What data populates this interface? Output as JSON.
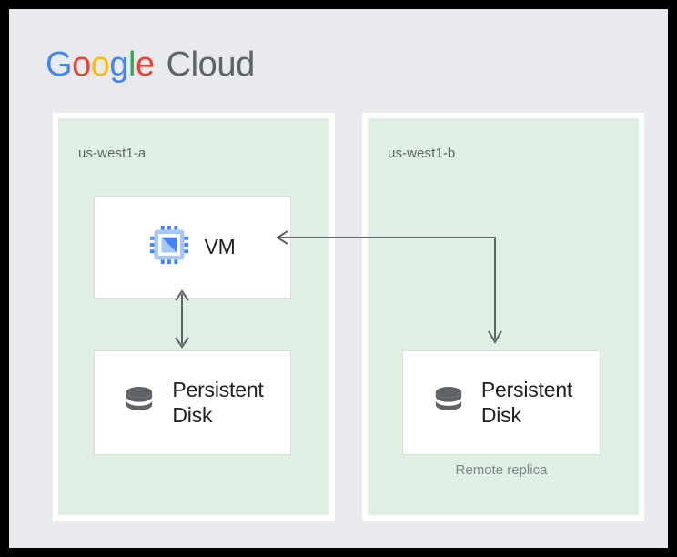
{
  "meta": {
    "diagram_title": "Google Cloud regional persistent disk replication",
    "background_color": "#E8EAED",
    "frame_color": "#000000",
    "zone_fill_color": "#DFEFE4",
    "card_fill_color": "#FFFFFF",
    "card_border_color": "#DADCE0",
    "connector_color": "#5F6368"
  },
  "logo": {
    "google": {
      "letters": [
        "G",
        "o",
        "o",
        "g",
        "l",
        "e"
      ],
      "colors": [
        "#4285F4",
        "#EA4335",
        "#FBBC05",
        "#4285F4",
        "#34A853",
        "#EA4335"
      ]
    },
    "cloud_text": "Cloud",
    "cloud_color": "#5F6368"
  },
  "zones": [
    {
      "id": "us-west1-a",
      "label": "us-west1-a",
      "resources": [
        {
          "id": "vm",
          "label": "VM",
          "icon": "cpu-chip-icon"
        },
        {
          "id": "persistent-disk-a",
          "label": "Persistent\nDisk",
          "icon": "database-disk-icon"
        }
      ],
      "note": null
    },
    {
      "id": "us-west1-b",
      "label": "us-west1-b",
      "resources": [
        {
          "id": "persistent-disk-b",
          "label": "Persistent\nDisk",
          "icon": "database-disk-icon"
        }
      ],
      "note": "Remote replica"
    }
  ],
  "connectors": [
    {
      "id": "vm-to-disk-a",
      "from": "vm",
      "to": "persistent-disk-a",
      "style": "double-headed-vertical-arrow",
      "color": "#5F6368"
    },
    {
      "id": "vm-to-remote-replica",
      "from": "vm",
      "to": "persistent-disk-b",
      "style": "elbow-arrow-both-ends",
      "color": "#5F6368"
    }
  ],
  "icons": {
    "cpu_chip": {
      "name": "cpu-chip-icon",
      "pin_color": "#4285F4",
      "body_color": "#A8C7FA",
      "inner_color": "#FFFFFF",
      "core_color": "#4285F4",
      "core_accent_color": "#A8C7FA"
    },
    "database_disk": {
      "name": "database-disk-icon",
      "color": "#5F6368"
    }
  }
}
